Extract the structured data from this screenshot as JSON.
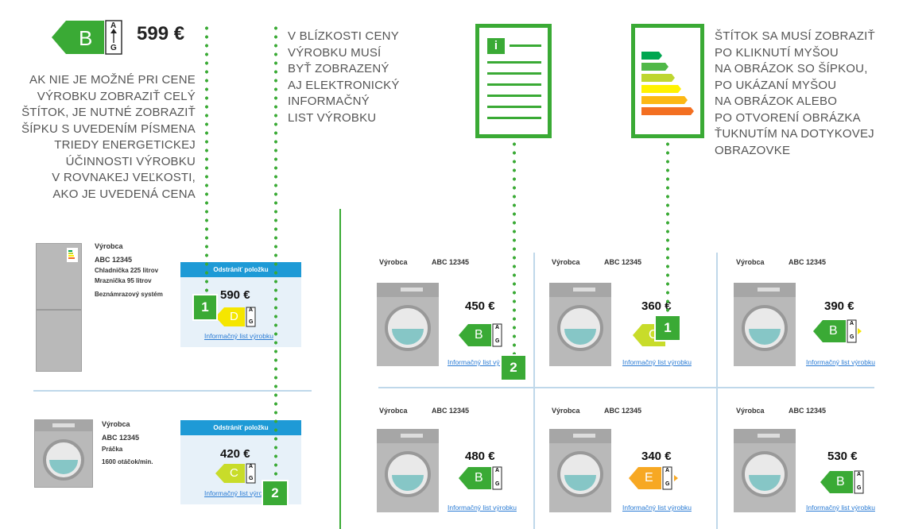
{
  "top_left": {
    "label_letter": "B",
    "label_scale_top": "A",
    "label_scale_bottom": "G",
    "price": "599 €",
    "caption_lines": [
      "AK NIE JE MOŽNÉ PRI CENE",
      "VÝROBKU ZOBRAZIŤ CELÝ",
      "ŠTÍTOK, JE NUTNÉ ZOBRAZIŤ",
      "ŠÍPKU S UVEDENÍM PÍSMENA",
      "TRIEDY ENERGETICKEJ",
      "ÚČINNOSTI VÝROBKU",
      "V ROVNAKEJ VEĽKOSTI,",
      "AKO JE UVEDENÁ CENA"
    ]
  },
  "top_middle": {
    "caption_lines": [
      "V BLÍZKOSTI CENY",
      "VÝROBKU MUSÍ",
      "BYŤ ZOBRAZENÝ",
      "AJ ELEKTRONICKÝ",
      "INFORMAČNÝ",
      "LIST VÝROBKU"
    ]
  },
  "top_right": {
    "info_icon_letter": "i",
    "caption_lines": [
      "ŠTÍTOK SA MUSÍ ZOBRAZIŤ",
      "PO KLIKNUTÍ MYŠOU",
      "NA OBRÁZOK SO ŠÍPKOU,",
      "PO UKÁZANÍ MYŠOU",
      "NA OBRÁZOK ALEBO",
      "PO OTVORENÍ OBRÁZKA",
      "ŤUKNUTÍM NA DOTYKOVEJ",
      "OBRAZOVKE"
    ]
  },
  "cart": {
    "remove_label": "Odstrániť položku",
    "info_link": "Informačný list výrobku",
    "items": [
      {
        "lines": [
          "Výrobca",
          "ABC 12345",
          "Chladnička 225 litrov",
          "Mraznička 95 litrov",
          "Beznámrazový systém"
        ],
        "price": "590 €",
        "label_letter": "D",
        "label_color": "#f5e600",
        "marker": "1"
      },
      {
        "lines": [
          "Výrobca",
          "ABC 12345",
          "Práčka",
          "1600 otáčok/min."
        ],
        "price": "420 €",
        "label_letter": "C",
        "label_color": "#c8dc2a",
        "marker": "2"
      }
    ]
  },
  "grid": {
    "maker": "Výrobca",
    "model": "ABC 12345",
    "info_link": "Informačný list výrobku",
    "cells": [
      {
        "price": "450 €",
        "label_letter": "B",
        "label_color": "#3aaa35",
        "marker": "2"
      },
      {
        "price": "360 €",
        "label_letter": "C",
        "label_color": "#c8dc2a",
        "marker": "1"
      },
      {
        "price": "390 €",
        "label_letter": "B",
        "label_color": "#3aaa35"
      },
      {
        "price": "480 €",
        "label_letter": "B",
        "label_color": "#3aaa35"
      },
      {
        "price": "340 €",
        "label_letter": "E",
        "label_color": "#f7a823"
      },
      {
        "price": "530 €",
        "label_letter": "B",
        "label_color": "#3aaa35"
      }
    ]
  },
  "colors": {
    "accent_green": "#3aaa35",
    "header_blue": "#1e9ad6",
    "caption_gray": "#555555",
    "link_blue": "#2a7bd4"
  }
}
